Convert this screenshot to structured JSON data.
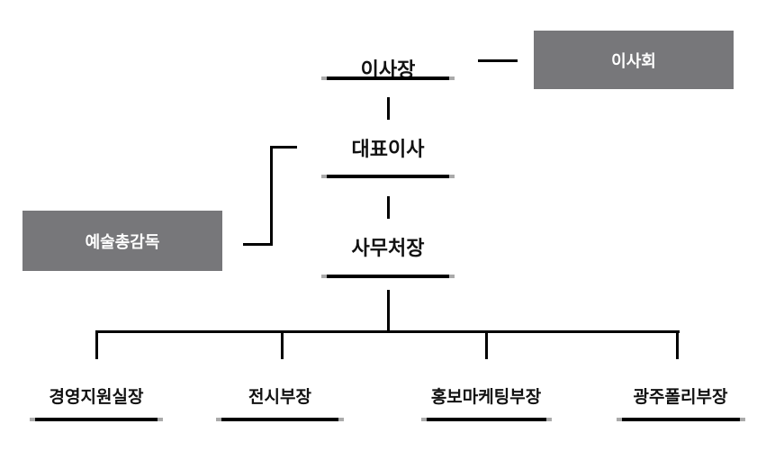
{
  "chairman": "이사장",
  "board": "이사회",
  "ceo": "대표이사",
  "artistic_director": "예술총감독",
  "secretary_general": "사무처장",
  "departments": [
    "경영지원실장",
    "전시부장",
    "홍보마케팅부장",
    "광주폴리부장"
  ],
  "colors": {
    "box": "#77777a",
    "line": "#000000",
    "cap": "#aaaaaa"
  }
}
